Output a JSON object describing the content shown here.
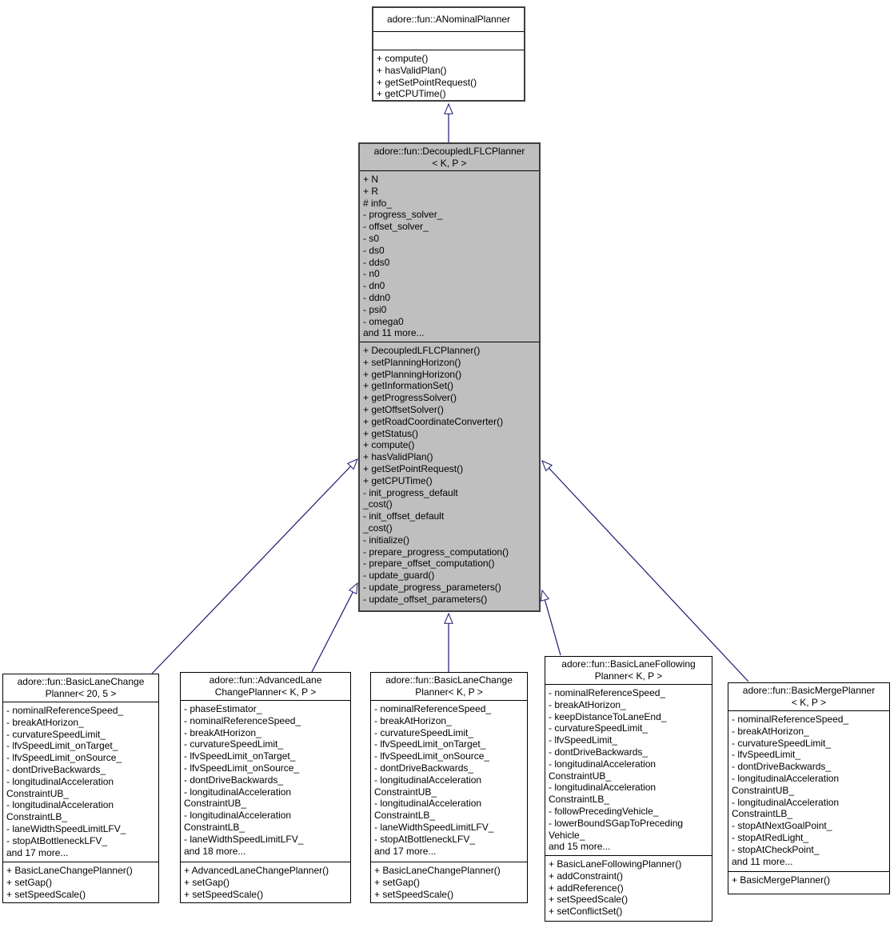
{
  "diagram": {
    "type": "uml-inheritance-graph",
    "edge_color": "#191970",
    "selected_fill": "#bfbfbf",
    "relation": "inheritance (hollow triangle points to base class)"
  },
  "classes": [
    {
      "title": "adore::fun::ANominalPlanner",
      "attributes": [],
      "methods": [
        "+ compute()",
        "+ hasValidPlan()",
        "+ getSetPointRequest()",
        "+ getCPUTime()"
      ]
    },
    {
      "title": "adore::fun::DecoupledLFLCPlanner\n< K, P >",
      "attributes": [
        "+ N",
        "+ R",
        "# info_",
        "- progress_solver_",
        "- offset_solver_",
        "- s0",
        "- ds0",
        "- dds0",
        "- n0",
        "- dn0",
        "- ddn0",
        "- psi0",
        "- omega0",
        "and 11 more..."
      ],
      "methods": [
        "+ DecoupledLFLCPlanner()",
        "+ setPlanningHorizon()",
        "+ getPlanningHorizon()",
        "+ getInformationSet()",
        "+ getProgressSolver()",
        "+ getOffsetSolver()",
        "+ getRoadCoordinateConverter()",
        "+ getStatus()",
        "+ compute()",
        "+ hasValidPlan()",
        "+ getSetPointRequest()",
        "+ getCPUTime()",
        "- init_progress_default\n_cost()",
        "- init_offset_default\n_cost()",
        "- initialize()",
        "- prepare_progress_computation()",
        "- prepare_offset_computation()",
        "- update_guard()",
        "- update_progress_parameters()",
        "- update_offset_parameters()"
      ]
    },
    {
      "title": "adore::fun::BasicLaneChange\nPlanner< 20, 5 >",
      "attributes": [
        "- nominalReferenceSpeed_",
        "- breakAtHorizon_",
        "- curvatureSpeedLimit_",
        "- lfvSpeedLimit_onTarget_",
        "- lfvSpeedLimit_onSource_",
        "- dontDriveBackwards_",
        "- longitudinalAcceleration\nConstraintUB_",
        "- longitudinalAcceleration\nConstraintLB_",
        "- laneWidthSpeedLimitLFV_",
        "- stopAtBottleneckLFV_",
        "and 17 more..."
      ],
      "methods": [
        "+ BasicLaneChangePlanner()",
        "+ setGap()",
        "+ setSpeedScale()"
      ]
    },
    {
      "title": "adore::fun::AdvancedLane\nChangePlanner< K, P >",
      "attributes": [
        "- phaseEstimator_",
        "- nominalReferenceSpeed_",
        "- breakAtHorizon_",
        "- curvatureSpeedLimit_",
        "- lfvSpeedLimit_onTarget_",
        "- lfvSpeedLimit_onSource_",
        "- dontDriveBackwards_",
        "- longitudinalAcceleration\nConstraintUB_",
        "- longitudinalAcceleration\nConstraintLB_",
        "- laneWidthSpeedLimitLFV_",
        "and 18 more..."
      ],
      "methods": [
        "+ AdvancedLaneChangePlanner()",
        "+ setGap()",
        "+ setSpeedScale()"
      ]
    },
    {
      "title": "adore::fun::BasicLaneChange\nPlanner< K, P >",
      "attributes": [
        "- nominalReferenceSpeed_",
        "- breakAtHorizon_",
        "- curvatureSpeedLimit_",
        "- lfvSpeedLimit_onTarget_",
        "- lfvSpeedLimit_onSource_",
        "- dontDriveBackwards_",
        "- longitudinalAcceleration\nConstraintUB_",
        "- longitudinalAcceleration\nConstraintLB_",
        "- laneWidthSpeedLimitLFV_",
        "- stopAtBottleneckLFV_",
        "and 17 more..."
      ],
      "methods": [
        "+ BasicLaneChangePlanner()",
        "+ setGap()",
        "+ setSpeedScale()"
      ]
    },
    {
      "title": "adore::fun::BasicLaneFollowing\nPlanner< K, P >",
      "attributes": [
        "- nominalReferenceSpeed_",
        "- breakAtHorizon_",
        "- keepDistanceToLaneEnd_",
        "- curvatureSpeedLimit_",
        "- lfvSpeedLimit_",
        "- dontDriveBackwards_",
        "- longitudinalAcceleration\nConstraintUB_",
        "- longitudinalAcceleration\nConstraintLB_",
        "- followPrecedingVehicle_",
        "- lowerBoundSGapToPreceding\nVehicle_",
        "and 15 more..."
      ],
      "methods": [
        "+ BasicLaneFollowingPlanner()",
        "+ addConstraint()",
        "+ addReference()",
        "+ setSpeedScale()",
        "+ setConflictSet()"
      ]
    },
    {
      "title": "adore::fun::BasicMergePlanner\n< K, P >",
      "attributes": [
        "- nominalReferenceSpeed_",
        "- breakAtHorizon_",
        "- curvatureSpeedLimit_",
        "- lfvSpeedLimit_",
        "- dontDriveBackwards_",
        "- longitudinalAcceleration\nConstraintUB_",
        "- longitudinalAcceleration\nConstraintLB_",
        "- stopAtNextGoalPoint_",
        "- stopAtRedLight_",
        "- stopAtCheckPoint_",
        "and 11 more..."
      ],
      "methods": [
        "+ BasicMergePlanner()"
      ]
    }
  ]
}
